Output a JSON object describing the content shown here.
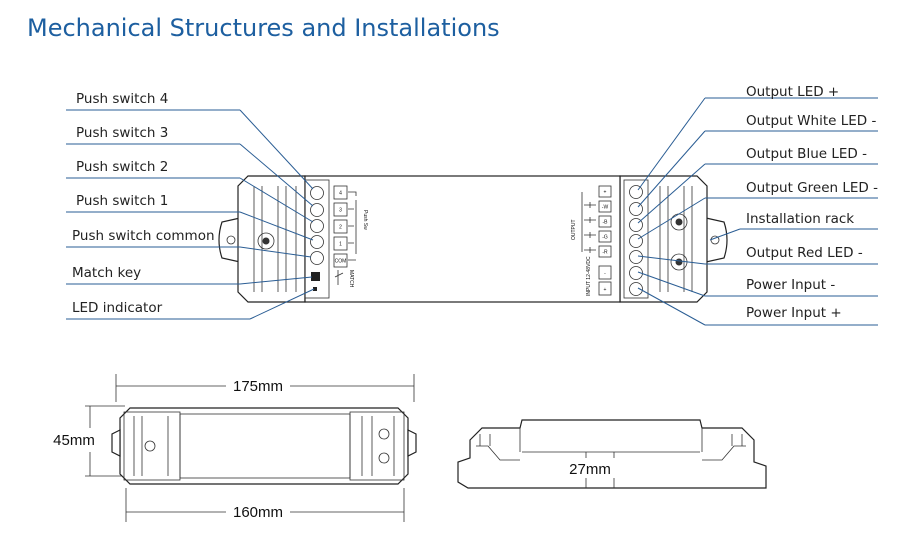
{
  "title": "Mechanical Structures and Installations",
  "left_labels": [
    "Push switch 4",
    "Push switch 3",
    "Push switch 2",
    "Push switch 1",
    "Push switch common",
    "Match key",
    "LED indicator"
  ],
  "right_labels": [
    "Output LED +",
    "Output White LED -",
    "Output Blue LED -",
    "Output Green LED -",
    "Installation rack",
    "Output Red LED -",
    "Power Input -",
    "Power Input +"
  ],
  "device_text": {
    "push_switch_numbers": [
      "4",
      "3",
      "2",
      "1",
      "COM"
    ],
    "push_sw": "Push Sw",
    "match": "MATCH",
    "output": "OUTPUT",
    "output_terminals": [
      "+",
      "-W",
      "-B",
      "-G",
      "-R"
    ],
    "input": "INPUT 12-48VDC",
    "input_terminals": [
      "-",
      "+"
    ]
  },
  "dimensions": {
    "length_outer": "175mm",
    "length_inner": "160mm",
    "width": "45mm",
    "height": "27mm"
  }
}
